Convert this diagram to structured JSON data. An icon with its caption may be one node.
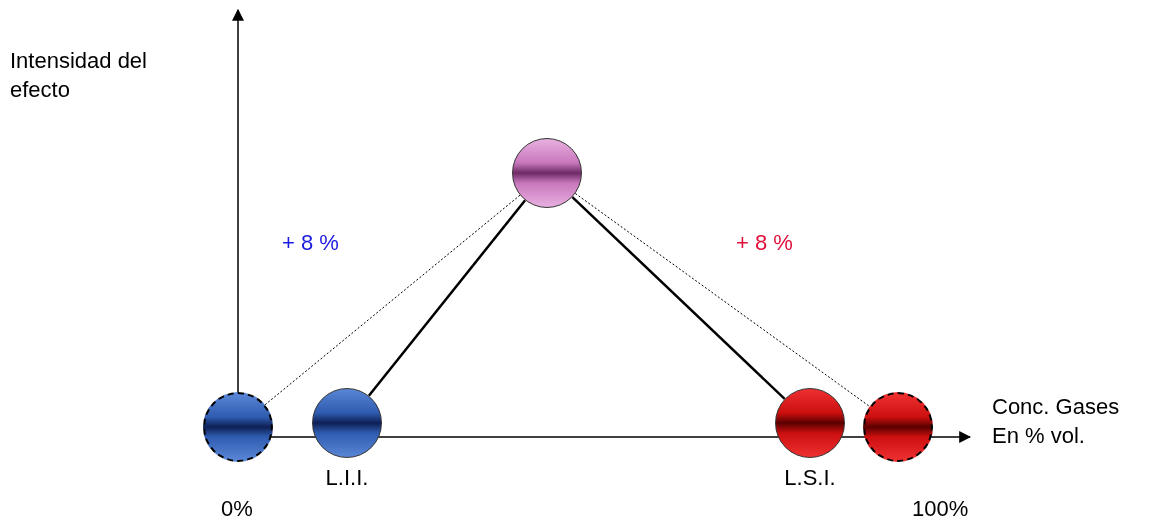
{
  "diagram": {
    "nodes": [
      {
        "text": [],
        "shape": "circle"
      },
      {
        "text": [],
        "shape": "circle"
      },
      {
        "text": [],
        "shape": "circle",
        "beside": [
          "L.I.I."
        ]
      },
      {
        "text": [],
        "shape": "circle",
        "beside": [
          "L.S.I."
        ]
      },
      {
        "text": [],
        "shape": "circle"
      }
    ],
    "edges": [
      {
        "from": 1,
        "to": 0,
        "arrow": "none",
        "style": "dashed"
      },
      {
        "from": 2,
        "to": 0,
        "arrow": "none"
      },
      {
        "from": 0,
        "to": 3,
        "arrow": "none"
      },
      {
        "from": 0,
        "to": 4,
        "arrow": "none",
        "style": "dashed"
      }
    ],
    "labels": [
      "Intensidad del efecto",
      "+ 8 %",
      "+ 8 %",
      "Conc. Gases En % vol.",
      "0%",
      "100%"
    ]
  }
}
